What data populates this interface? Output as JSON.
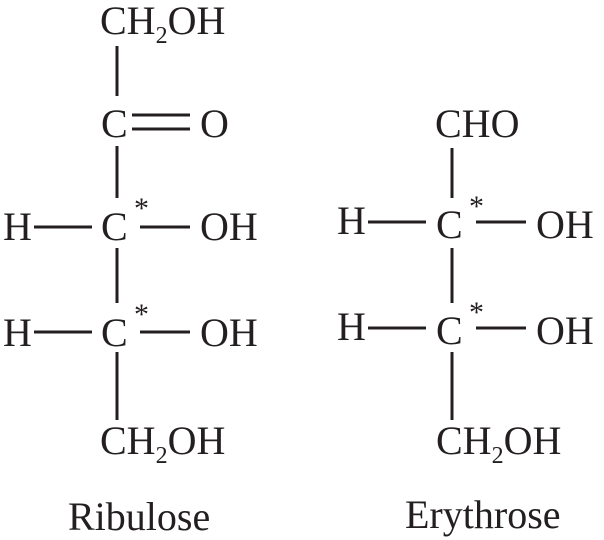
{
  "ribulose": {
    "top": {
      "main1": "CH",
      "sub": "2",
      "main2": "OH"
    },
    "c2": {
      "carbon": "C",
      "oxygen": "O"
    },
    "c3": {
      "left": "H",
      "carbon": "C",
      "star": "*",
      "right": "OH"
    },
    "c4": {
      "left": "H",
      "carbon": "C",
      "star": "*",
      "right": "OH"
    },
    "bottom": {
      "main1": "CH",
      "sub": "2",
      "main2": "OH"
    },
    "name": "Ribulose"
  },
  "erythrose": {
    "top": "CHO",
    "c2": {
      "left": "H",
      "carbon": "C",
      "star": "*",
      "right": "OH"
    },
    "c3": {
      "left": "H",
      "carbon": "C",
      "star": "*",
      "right": "OH"
    },
    "bottom": {
      "main1": "CH",
      "sub": "2",
      "main2": "OH"
    },
    "name": "Erythrose"
  }
}
